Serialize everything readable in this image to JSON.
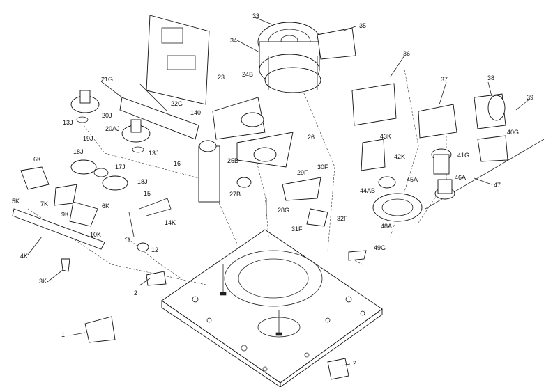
{
  "diagram": {
    "labels": {
      "l1": "1",
      "l2a": "2",
      "l2b": "2",
      "l3K": "3K",
      "l4K": "4K",
      "l5K": "5K",
      "l6Ka": "6K",
      "l6Kb": "6K",
      "l7K": "7K",
      "l9K": "9K",
      "l10K": "10K",
      "l11": "11",
      "l12": "12",
      "l13Ja": "13J",
      "l13Jb": "13J",
      "l14K": "14K",
      "l15": "15",
      "l16": "16",
      "l17J": "17J",
      "l18Ja": "18J",
      "l18Jb": "18J",
      "l19J": "19J",
      "l20J": "20J",
      "l20AJ": "20AJ",
      "l21G": "21G",
      "l22G": "22G",
      "l23": "23",
      "l24B": "24B",
      "l25B": "25B",
      "l26": "26",
      "l27B": "27B",
      "l28G": "28G",
      "l29F": "29F",
      "l30F": "30F",
      "l31F": "31F",
      "l32F": "32F",
      "l33": "33",
      "l34": "34",
      "l35": "35",
      "l36": "36",
      "l37": "37",
      "l38": "38",
      "l39": "39",
      "l40G": "40G",
      "l41G": "41G",
      "l42K": "42K",
      "l43K": "43K",
      "l44AB": "44AB",
      "l45A": "45A",
      "l46A": "46A",
      "l47": "47",
      "l48A": "48A",
      "l49G": "49G",
      "l140": "140"
    }
  }
}
